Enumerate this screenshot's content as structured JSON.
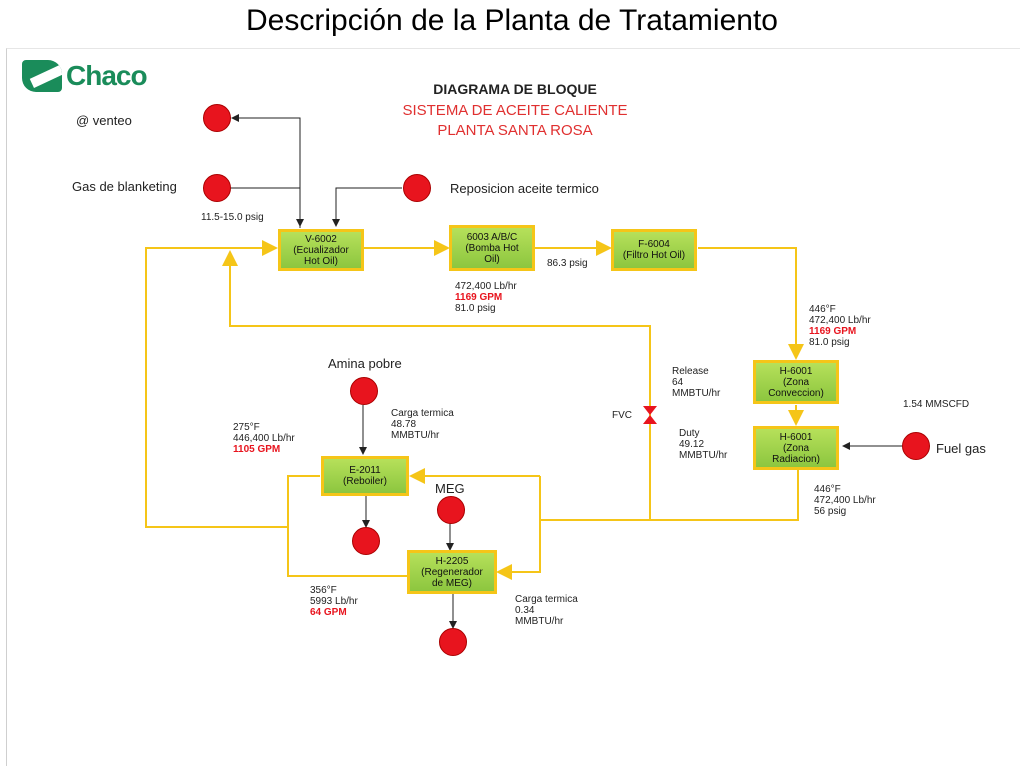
{
  "slide": {
    "title": "Descripción de la Planta de Tratamiento"
  },
  "logo": {
    "text": "Chaco"
  },
  "diagram": {
    "title": "DIAGRAMA DE BLOQUE",
    "subtitle1": "SISTEMA DE ACEITE CALIENTE",
    "subtitle2": "PLANTA SANTA ROSA"
  },
  "boxes": {
    "v6002": "V-6002\n(Ecualizador\nHot Oil)",
    "p6003": "6003 A/B/C\n(Bomba Hot\nOil)",
    "f6004": "F-6004\n(Filtro Hot Oil)",
    "h6001c": "H-6001\n(Zona\nConveccion)",
    "h6001r": "H-6001\n(Zona\nRadiacion)",
    "e2011": "E-2011\n(Reboiler)",
    "h2205": "H-2205\n(Regenerador\nde MEG)"
  },
  "labels": {
    "venteo": "@ venteo",
    "blanketing": "Gas de blanketing",
    "blanket_psig": "11.5-15.0 psig",
    "reposicion": "Reposicion aceite termico",
    "pump_flow": "472,400 Lb/hr",
    "pump_gpm": "1169 GPM",
    "pump_psig": "81.0 psig",
    "filter_psig": "86.3 psig",
    "conv_temp": "446°F",
    "conv_flow": "472,400 Lb/hr",
    "conv_gpm": "1169 GPM",
    "conv_psig": "81.0 psig",
    "release": "Release\n64\nMMBTU/hr",
    "fvc": "FVC",
    "duty": "Duty\n49.12\nMMBTU/hr",
    "fuel_rate": "1.54 MMSCFD",
    "fuel_gas": "Fuel gas",
    "rad_out": "446°F\n472,400 Lb/hr\n56 psig",
    "amina": "Amina pobre",
    "carga1": "Carga termica\n48.78\nMMBTU/hr",
    "reb_in": "275°F\n446,400 Lb/hr",
    "reb_gpm": "1105 GPM",
    "meg": "MEG",
    "meg_in": "356°F\n5993 Lb/hr",
    "meg_gpm": "64 GPM",
    "carga2": "Carga termica\n0.34\nMMBTU/hr"
  },
  "colors": {
    "flow": "#f5c518",
    "aux": "#222222",
    "dot": "#e8141e"
  }
}
